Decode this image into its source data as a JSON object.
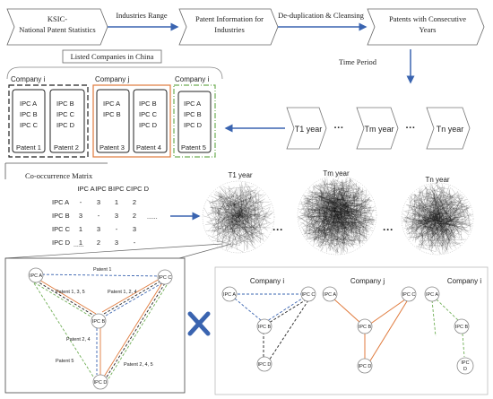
{
  "flow": {
    "box1": [
      "KSIC-",
      "National Patent Statistics"
    ],
    "arrow1": "Industries Range",
    "box2": [
      "Patent Information for",
      "Industries"
    ],
    "arrow2": "De-duplication & Cleansing",
    "box3": [
      "Patents with Consecutive",
      "Years"
    ],
    "time_period": "Time Period"
  },
  "listed_companies": {
    "title": "Listed Companies in China",
    "companies": [
      {
        "name": "Company i",
        "patents": [
          {
            "label": "Patent 1",
            "ipcs": [
              "IPC A",
              "IPC B",
              "IPC C"
            ]
          },
          {
            "label": "Patent 2",
            "ipcs": [
              "IPC B",
              "IPC C",
              "IPC D"
            ]
          }
        ]
      },
      {
        "name": "Company j",
        "patents": [
          {
            "label": "Patent 3",
            "ipcs": [
              "IPC A",
              "IPC B"
            ]
          },
          {
            "label": "Patent 4",
            "ipcs": [
              "IPC B",
              "IPC C",
              "IPC D"
            ]
          }
        ]
      },
      {
        "name": "Company i",
        "patents": [
          {
            "label": "Patent 5",
            "ipcs": [
              "IPC A",
              "IPC B",
              "IPC D"
            ]
          }
        ]
      }
    ]
  },
  "years": {
    "t1": "T1 year",
    "tm": "Tm year",
    "tn": "Tn year",
    "ellipsis": "···"
  },
  "cooccurrence": {
    "title": "Co-occurrence Matrix",
    "headers": [
      "IPC A",
      "IPC B",
      "IPC C",
      "IPC D"
    ],
    "rows": [
      {
        "label": "IPC A",
        "cells": [
          "-",
          "3",
          "1",
          "2"
        ]
      },
      {
        "label": "IPC B",
        "cells": [
          "3",
          "-",
          "3",
          "2"
        ]
      },
      {
        "label": "IPC C",
        "cells": [
          "1",
          "3",
          "-",
          "3"
        ]
      },
      {
        "label": "IPC D",
        "cells": [
          "1",
          "2",
          "3",
          "-"
        ]
      }
    ],
    "dots_right": "......",
    "dots_bottom": "......"
  },
  "networks": {
    "t1": "T1 year",
    "tm": "Tm year",
    "tn": "Tn year",
    "ellipsis": "···"
  },
  "combined_graph": {
    "nodes": {
      "a": "IPC A",
      "b": "IPC B",
      "c": "IPC C",
      "d": "IPC D"
    },
    "edge_labels": {
      "ac": "Patent 1",
      "ab": "Patent 1,  3,  5",
      "bc": "Patent 1,  2,  4",
      "bd_left": "Patent 2,  4",
      "ad": "Patent 5",
      "cd": "Patent 2,  4,  5"
    }
  },
  "company_graphs": {
    "company_i": {
      "name": "Company i",
      "nodes": [
        "IPC A",
        "IPC C",
        "IPC B",
        "IPC D"
      ]
    },
    "company_j": {
      "name": "Company j",
      "nodes": [
        "IPC A",
        "IPC C",
        "IPC B",
        "IPC D"
      ]
    },
    "company_i2": {
      "name": "Company i",
      "nodes": [
        "IPC A",
        "IPC B",
        "IPC",
        "D"
      ]
    }
  },
  "colors": {
    "blue": "#3a64b0",
    "orange": "#e07a3c",
    "green": "#6fae55",
    "dark": "#222222",
    "cross": "#3a64b0"
  }
}
